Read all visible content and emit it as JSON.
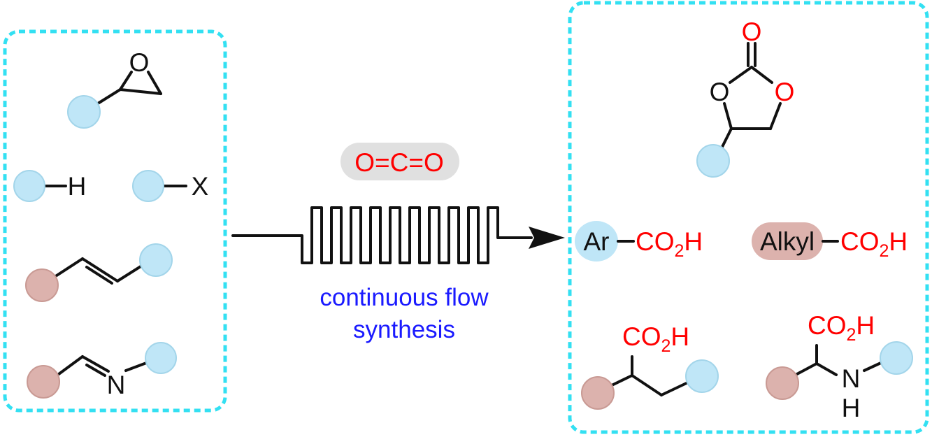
{
  "colors": {
    "frame": "#33e0f2",
    "blue_substituent": "#bfe6f7",
    "red_substituent": "#dcb2ad",
    "heteroatom_red": "#ff0000",
    "process_blue": "#1a1aff",
    "bond": "#111111",
    "co2_pill": "#e0e0e0"
  },
  "reagent": {
    "text": "O=C=O"
  },
  "process": {
    "line1": "continuous flow",
    "line2": "synthesis"
  },
  "substrates": {
    "epoxide_oxygen": "O",
    "ch_hydrogen": "H",
    "halide": "X",
    "imine_nitrogen": "N"
  },
  "products": {
    "carbonate": {
      "carbonyl_o": "O",
      "ring_o_left": "O",
      "ring_o_right": "O"
    },
    "aryl_acid": {
      "group": "Ar",
      "acid": "CO",
      "acid_sub": "2",
      "acid_h": "H"
    },
    "alkyl_acid": {
      "group": "Alkyl",
      "acid": "CO",
      "acid_sub": "2",
      "acid_h": "H"
    },
    "hydrocarboxylation": {
      "acid": "CO",
      "acid_sub": "2",
      "acid_h": "H"
    },
    "amino_acid": {
      "acid": "CO",
      "acid_sub": "2",
      "acid_h": "H",
      "nitrogen": "N",
      "n_hydrogen": "H"
    }
  }
}
